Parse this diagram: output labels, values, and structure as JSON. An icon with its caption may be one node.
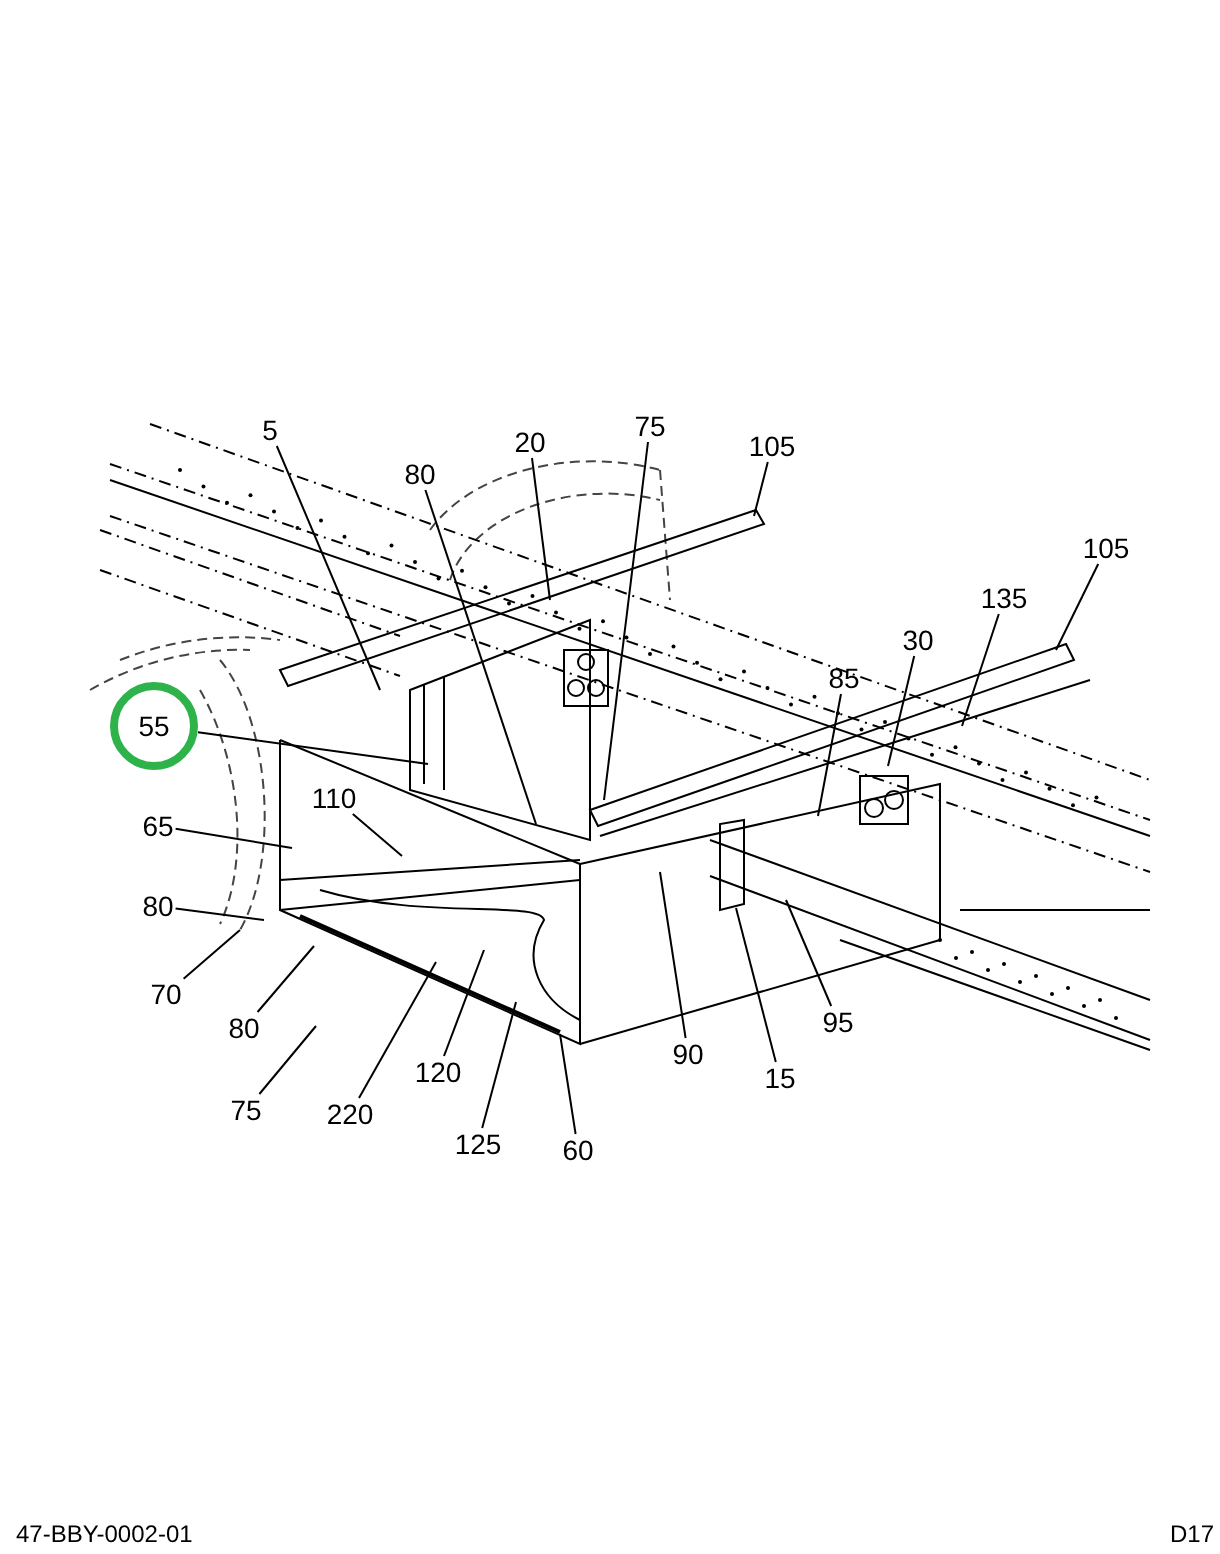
{
  "diagram": {
    "nodes": [
      {
        "text": [
          "5"
        ]
      },
      {
        "text": [
          "20"
        ]
      },
      {
        "text": [
          "75"
        ]
      },
      {
        "text": [
          "80"
        ]
      },
      {
        "text": [
          "105"
        ]
      },
      {
        "text": [
          "105"
        ]
      },
      {
        "text": [
          "135"
        ]
      },
      {
        "text": [
          "30"
        ]
      },
      {
        "text": [
          "85"
        ]
      },
      {
        "text": [
          "55"
        ]
      },
      {
        "text": [
          "110"
        ]
      },
      {
        "text": [
          "65"
        ]
      },
      {
        "text": [
          "80"
        ]
      },
      {
        "text": [
          "70"
        ]
      },
      {
        "text": [
          "80"
        ]
      },
      {
        "text": [
          "75"
        ]
      },
      {
        "text": [
          "220"
        ]
      },
      {
        "text": [
          "120"
        ]
      },
      {
        "text": [
          "125"
        ]
      },
      {
        "text": [
          "60"
        ]
      },
      {
        "text": [
          "90"
        ]
      },
      {
        "text": [
          "15"
        ]
      },
      {
        "text": [
          "95"
        ]
      }
    ],
    "edges": [
      {
        "from": 0,
        "to": null,
        "arrow": "none"
      },
      {
        "from": 1,
        "to": null,
        "arrow": "none"
      },
      {
        "from": 2,
        "to": null,
        "arrow": "none"
      },
      {
        "from": 3,
        "to": null,
        "arrow": "none"
      },
      {
        "from": 4,
        "to": null,
        "arrow": "none"
      },
      {
        "from": 5,
        "to": null,
        "arrow": "none"
      },
      {
        "from": 6,
        "to": null,
        "arrow": "none"
      },
      {
        "from": 7,
        "to": null,
        "arrow": "none"
      },
      {
        "from": 8,
        "to": null,
        "arrow": "none"
      },
      {
        "from": 9,
        "to": null,
        "arrow": "none"
      },
      {
        "from": 10,
        "to": null,
        "arrow": "none"
      },
      {
        "from": 11,
        "to": null,
        "arrow": "none"
      },
      {
        "from": 12,
        "to": null,
        "arrow": "none"
      },
      {
        "from": 13,
        "to": null,
        "arrow": "none"
      },
      {
        "from": 14,
        "to": null,
        "arrow": "none"
      },
      {
        "from": 15,
        "to": null,
        "arrow": "none"
      },
      {
        "from": 16,
        "to": null,
        "arrow": "none"
      },
      {
        "from": 17,
        "to": null,
        "arrow": "none"
      },
      {
        "from": 18,
        "to": null,
        "arrow": "none"
      },
      {
        "from": 19,
        "to": null,
        "arrow": "none"
      },
      {
        "from": 20,
        "to": null,
        "arrow": "none"
      },
      {
        "from": 21,
        "to": null,
        "arrow": "none"
      },
      {
        "from": 22,
        "to": null,
        "arrow": "none"
      }
    ],
    "labels": [
      "47-BBY-0002-01",
      "D17"
    ]
  }
}
